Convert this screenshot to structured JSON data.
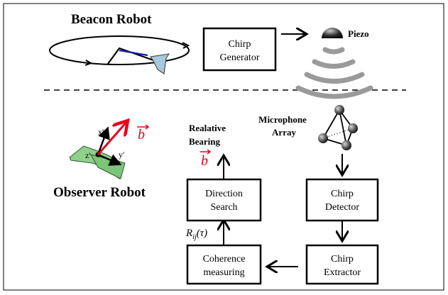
{
  "sections": {
    "beacon_title": "Beacon Robot",
    "observer_title": "Observer Robot"
  },
  "beacon": {
    "chirp_generator": [
      "Chirp",
      "Generator"
    ],
    "piezo_label": "Piezo"
  },
  "observer": {
    "microphone_array": [
      "Microphone",
      "Array"
    ],
    "relative_bearing": [
      "Realative",
      "Bearing"
    ],
    "bearing_vector": "b",
    "axes": {
      "x": "x'",
      "y": "y'",
      "z": "z'"
    },
    "vector_label": "b",
    "chirp_detector": [
      "Chirp",
      "Detector"
    ],
    "chirp_extractor": [
      "Chirp",
      "Extractor"
    ],
    "coherence_measuring": [
      "Coherence",
      "measuring"
    ],
    "direction_search": [
      "Direction",
      "Search"
    ],
    "correlation_label": {
      "base": "R",
      "sub": "ij",
      "arg": "(τ)"
    }
  },
  "colors": {
    "vector": "#e8001c",
    "robot_body": "#8fd18a",
    "beacon_fin": "#a8c8dc",
    "beacon_arm": "#1a1aa8"
  }
}
